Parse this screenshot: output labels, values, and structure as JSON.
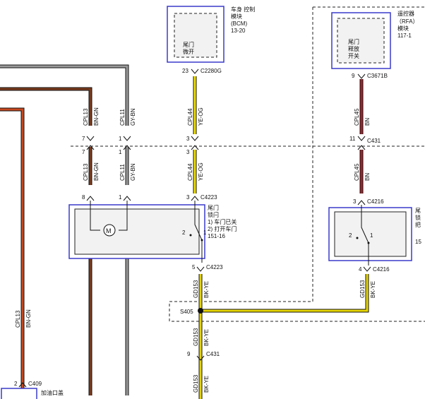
{
  "connectors": {
    "c2280g": "C2280G",
    "c3671b": "C3671B",
    "c431": "C431",
    "c4223": "C4223",
    "c4216": "C4216",
    "c409": "C409",
    "s405": "S405"
  },
  "pins": {
    "p23": "23",
    "p9": "9",
    "p7": "7",
    "p1": "1",
    "p3": "3",
    "p11": "11",
    "p8": "8",
    "p2": "2",
    "p5": "5",
    "p4": "4"
  },
  "circuits": {
    "cpl13": "CPL13",
    "cpl11": "CPL11",
    "cpl44": "CPL44",
    "cpl45": "CPL45",
    "gd153": "GD153"
  },
  "colors": {
    "bn_gn": "BN-GN",
    "gy_bn": "GY-BN",
    "ye_og": "YE-OG",
    "bn": "BN",
    "bk_ye": "BK-YE"
  },
  "modules": {
    "bcm": {
      "l1": "车身 控制",
      "l2": "模块",
      "l3": "(BCM)",
      "l4": "13-20",
      "inner1": "尾门",
      "inner2": "微开"
    },
    "rfa": {
      "l1": "遥控器",
      "l2": "（RFA）",
      "l3": "模块",
      "l4": "117-1",
      "inner1": "尾门",
      "inner2": "释放",
      "inner3": "开关"
    },
    "latch": {
      "l1": "尾门",
      "l2": "锁闩",
      "l3": "1) 车门已关",
      "l4": "2) 打开车门",
      "l5": "151-16"
    },
    "right": {
      "l1": "尾",
      "l2": "锁",
      "l3": "把",
      "l4": "15"
    },
    "fuel": {
      "l1": "加油口盖"
    }
  },
  "switch_labels": {
    "s1": "1",
    "s2": "2"
  },
  "motor_symbol": "M",
  "wire_colors": {
    "brown": "#7a3b1e",
    "grey": "#9a9a9a",
    "yellow": "#f2e100",
    "darkred": "#a3232a",
    "orange_red": "#c8481f",
    "green": "#3d8d2a",
    "bkye": "#e7d600"
  }
}
